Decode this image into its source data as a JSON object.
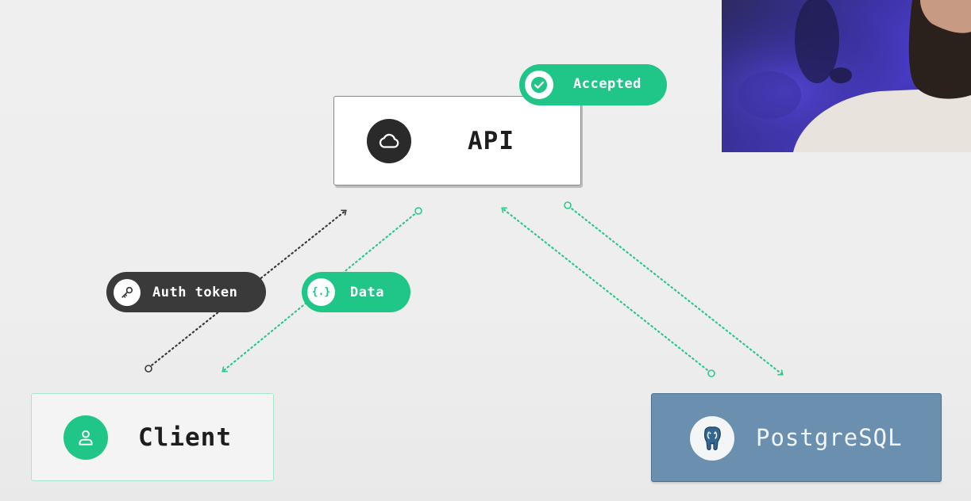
{
  "diagram": {
    "nodes": {
      "api": {
        "label": "API",
        "icon": "cloud-icon"
      },
      "client": {
        "label": "Client",
        "icon": "user-icon"
      },
      "postgres": {
        "label": "PostgreSQL",
        "icon": "elephant-icon"
      }
    },
    "badges": {
      "accepted": {
        "label": "Accepted",
        "icon": "check-icon"
      },
      "auth_token": {
        "label": "Auth token",
        "icon": "key-icon"
      },
      "data": {
        "label": "Data",
        "icon": "braces-icon",
        "glyph": "{.}"
      }
    },
    "edges": [
      {
        "from": "client",
        "to": "api",
        "style": "dotted",
        "color": "#3a3a3a",
        "badge": "auth_token"
      },
      {
        "from": "api",
        "to": "client",
        "style": "dotted",
        "color": "#2cc88b",
        "badge": "data"
      },
      {
        "from": "postgres",
        "to": "api",
        "style": "dotted",
        "color": "#2cc88b"
      },
      {
        "from": "api",
        "to": "postgres",
        "style": "dotted",
        "color": "#2cc88b"
      }
    ]
  },
  "colors": {
    "accent_green": "#1fc687",
    "dark": "#2a2a2a",
    "postgres_blue": "#6b8faf"
  },
  "overlay": {
    "webcam": "presenter-webcam"
  }
}
